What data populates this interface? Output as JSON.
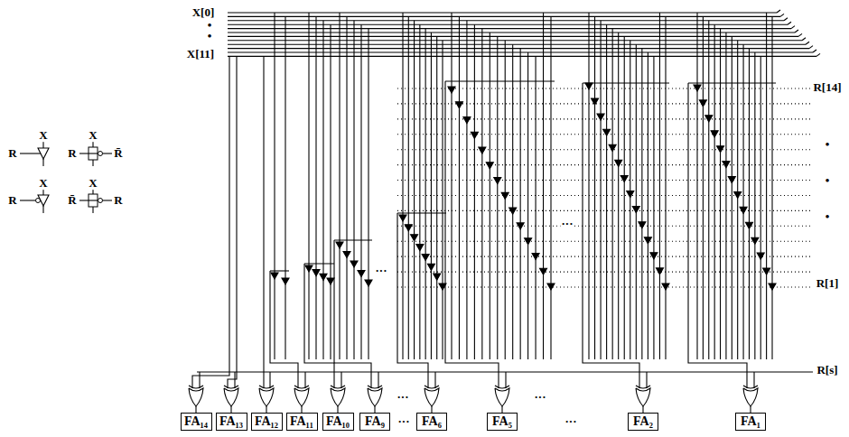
{
  "diagram": {
    "nodes": [
      {
        "text": [
          "FA₁₄"
        ]
      },
      {
        "text": [
          "FA₁₃"
        ]
      },
      {
        "text": [
          "FA₁₂"
        ]
      },
      {
        "text": [
          "FA₁₁"
        ]
      },
      {
        "text": [
          "FA₁₀"
        ]
      },
      {
        "text": [
          "FA₉"
        ]
      },
      {
        "text": [
          "FA₆"
        ]
      },
      {
        "text": [
          "FA₅"
        ]
      },
      {
        "text": [
          "FA₂"
        ]
      },
      {
        "text": [
          "FA₁"
        ]
      }
    ],
    "edges": [],
    "labels": [
      "X[0]",
      "•",
      "•",
      "X[11]",
      "X",
      "R",
      "X",
      "R",
      "R̄",
      "X",
      "R",
      "X",
      "R̄",
      "R",
      "R[14]",
      "•",
      "•",
      "•",
      "R[1]",
      "R[s]",
      "···",
      "···",
      "···",
      "···",
      "···",
      "···"
    ]
  }
}
